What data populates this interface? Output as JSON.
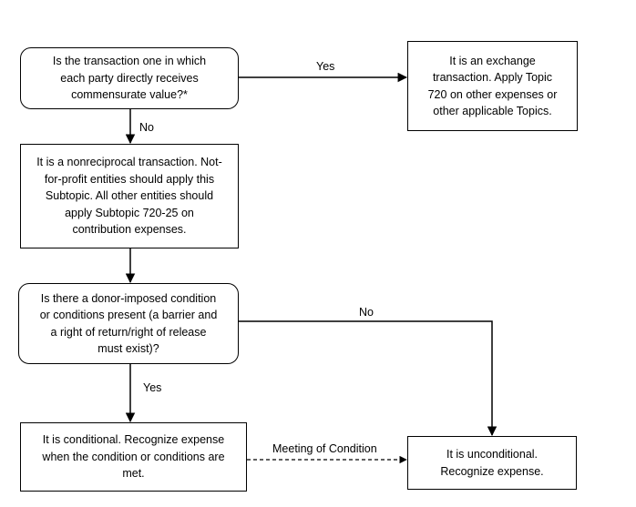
{
  "nodes": {
    "q1": "Is the transaction one in which\neach party directly receives\ncommensurate value?*",
    "exchange": "It is an exchange\ntransaction. Apply Topic\n720 on other expenses or\nother applicable Topics.",
    "nonreciprocal": "It is a nonreciprocal transaction. Not-\nfor-profit entities should apply this\nSubtopic. All other entities should\napply Subtopic 720-25 on\ncontribution expenses.",
    "q2": "Is there a donor-imposed condition\nor conditions present (a barrier and\na right of return/right of release\nmust exist)?",
    "conditional": "It is conditional. Recognize expense\nwhen the condition or conditions are\nmet.",
    "unconditional": "It is unconditional.\nRecognize expense."
  },
  "edges": {
    "q1_yes": "Yes",
    "q1_no": "No",
    "q2_no": "No",
    "q2_yes": "Yes",
    "meeting": "Meeting of Condition"
  }
}
